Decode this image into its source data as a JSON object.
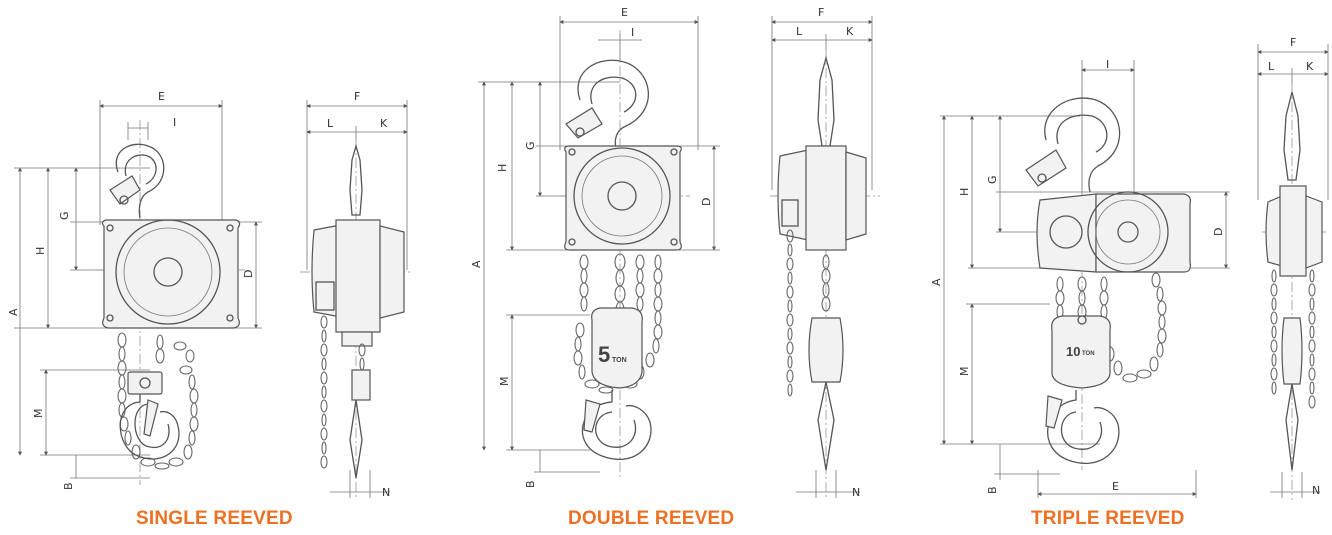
{
  "colors": {
    "caption": "#ee7023",
    "line": "#555555",
    "dimension": "#333333"
  },
  "panels": [
    {
      "caption": "SINGLE REEVED",
      "front_labels": {
        "A": "A",
        "B": "B",
        "D": "D",
        "E": "E",
        "G": "G",
        "H": "H",
        "I": "I",
        "M": "M"
      },
      "side_labels": {
        "F": "F",
        "K": "K",
        "L": "L",
        "N": "N"
      }
    },
    {
      "caption": "DOUBLE REEVED",
      "front_labels": {
        "A": "A",
        "B": "B",
        "D": "D",
        "E": "E",
        "G": "G",
        "H": "H",
        "I": "I",
        "M": "M"
      },
      "side_labels": {
        "F": "F",
        "K": "K",
        "L": "L",
        "N": "N"
      },
      "body_marking": {
        "number": "5",
        "unit": "TON"
      }
    },
    {
      "caption": "TRIPLE REEVED",
      "front_labels": {
        "A": "A",
        "B": "B",
        "D": "D",
        "E": "E",
        "G": "G",
        "H": "H",
        "I": "I",
        "M": "M"
      },
      "side_labels": {
        "F": "F",
        "K": "K",
        "L": "L",
        "N": "N"
      },
      "body_marking": {
        "number": "10",
        "unit": "TON"
      }
    }
  ]
}
